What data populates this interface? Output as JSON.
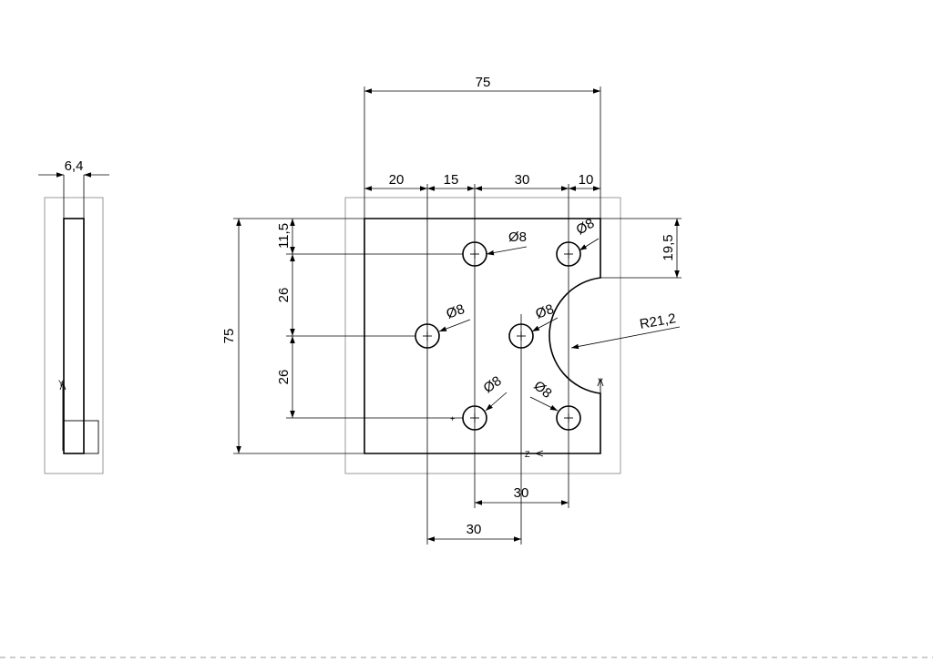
{
  "side_view": {
    "thickness_label": "6,4"
  },
  "front_view": {
    "overall_width_label": "75",
    "overall_height_label": "75",
    "top_dims": [
      "20",
      "15",
      "30",
      "10"
    ],
    "left_dims": [
      "11,5",
      "26",
      "26"
    ],
    "right_dim_label": "19,5",
    "radius_label": "R21,2",
    "bottom_dims": [
      "30",
      "30"
    ],
    "hole_labels": [
      "Ø8",
      "Ø8",
      "Ø8",
      "Ø8",
      "Ø8",
      "Ø8"
    ],
    "axis_y_label": "Y",
    "axis_z_label": "Z"
  },
  "side_axis_label": "Y"
}
